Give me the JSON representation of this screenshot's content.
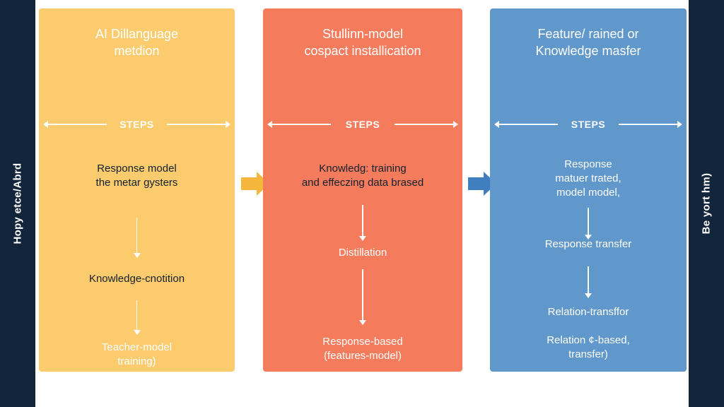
{
  "left_bar": {
    "text": "Hopy etce/Abrd"
  },
  "right_bar": {
    "text": "Be yort hm)"
  },
  "colors": {
    "panel_yellow": "#fbcb6e",
    "panel_orange": "#f47c5c",
    "panel_blue": "#6098cc",
    "side_bar": "#13253a",
    "arrow_yellow": "#f5b73b",
    "arrow_blue": "#3f7fc0"
  },
  "panels": [
    {
      "title_line1": "AI Dillanguage",
      "title_line2": "metdion",
      "steps_label": "STEPS",
      "steps": [
        "Response model\nthe metar gysters",
        "Knowledge-cnotition",
        "Teacher-model\ntraining)"
      ]
    },
    {
      "title_line1": "Stullinn-model",
      "title_line2": "cospact installication",
      "steps_label": "STEPS",
      "steps": [
        "Knowledg: training\nand effeczing data brased",
        "Distillation",
        "Response-based\n(features-model)"
      ]
    },
    {
      "title_line1": "Feature/ rained or",
      "title_line2": "Knowledge masfer",
      "steps_label": "STEPS",
      "steps": [
        "Response\nmatuer trated,\nmodel model,",
        "Response transfer",
        "Relation-transffor",
        "Relation ¢-based,\ntransfer)"
      ]
    }
  ]
}
